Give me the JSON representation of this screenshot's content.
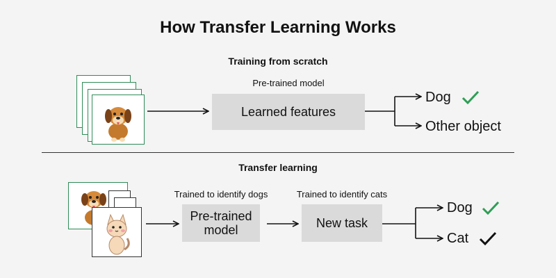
{
  "title": "How Transfer Learning Works",
  "scratch": {
    "heading": "Training from scratch",
    "model_caption": "Pre-trained model",
    "box_label": "Learned features",
    "outputs": [
      "Dog",
      "Other object"
    ]
  },
  "transfer": {
    "heading": "Transfer learning",
    "caption_1": "Trained to identify dogs",
    "caption_2": "Trained to identify cats",
    "box_1_line1": "Pre-trained",
    "box_1_line2": "model",
    "box_2_label": "New task",
    "outputs": [
      "Dog",
      "Cat"
    ]
  },
  "colors": {
    "green_check": "#2e9e56",
    "black_check": "#111111",
    "box_fill": "#dadada"
  },
  "icons": [
    "dog-image-icon",
    "cat-image-icon",
    "check-icon"
  ]
}
